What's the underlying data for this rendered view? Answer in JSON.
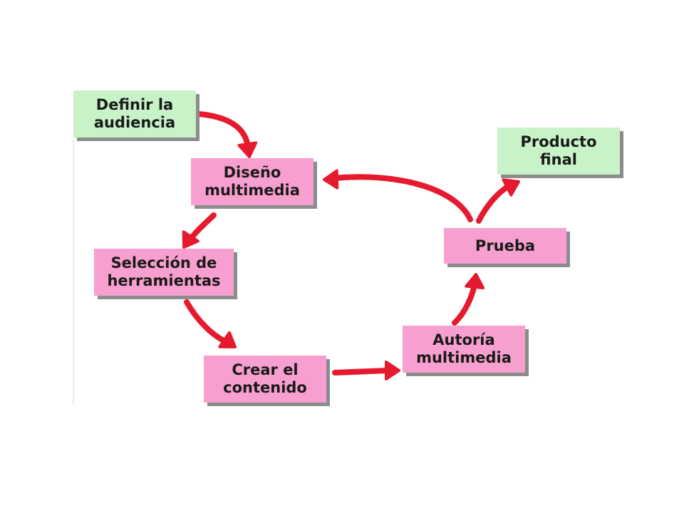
{
  "diagram": {
    "colors": {
      "process_box": "#f7a0cf",
      "terminal_box": "#c8f2c8",
      "arrow": "#e61a2e",
      "shadow": "#8c8c8c"
    },
    "nodes": [
      {
        "id": "definir-audiencia",
        "style": "terminal",
        "label": "Definir la\naudiencia"
      },
      {
        "id": "diseno-multimedia",
        "style": "process",
        "label": "Diseño\nmultimedia"
      },
      {
        "id": "seleccion-herramientas",
        "style": "process",
        "label": "Selección de\nherramientas"
      },
      {
        "id": "crear-contenido",
        "style": "process",
        "label": "Crear el\ncontenido"
      },
      {
        "id": "autoria-multimedia",
        "style": "process",
        "label": "Autoría\nmultimedia"
      },
      {
        "id": "prueba",
        "style": "process",
        "label": "Prueba"
      },
      {
        "id": "producto-final",
        "style": "terminal",
        "label": "Producto\nfinal"
      }
    ],
    "edges": [
      {
        "from": "definir-audiencia",
        "to": "diseno-multimedia"
      },
      {
        "from": "diseno-multimedia",
        "to": "seleccion-herramientas"
      },
      {
        "from": "seleccion-herramientas",
        "to": "crear-contenido"
      },
      {
        "from": "crear-contenido",
        "to": "autoria-multimedia"
      },
      {
        "from": "autoria-multimedia",
        "to": "prueba"
      },
      {
        "from": "prueba",
        "to": "diseno-multimedia"
      },
      {
        "from": "prueba",
        "to": "producto-final"
      }
    ]
  }
}
